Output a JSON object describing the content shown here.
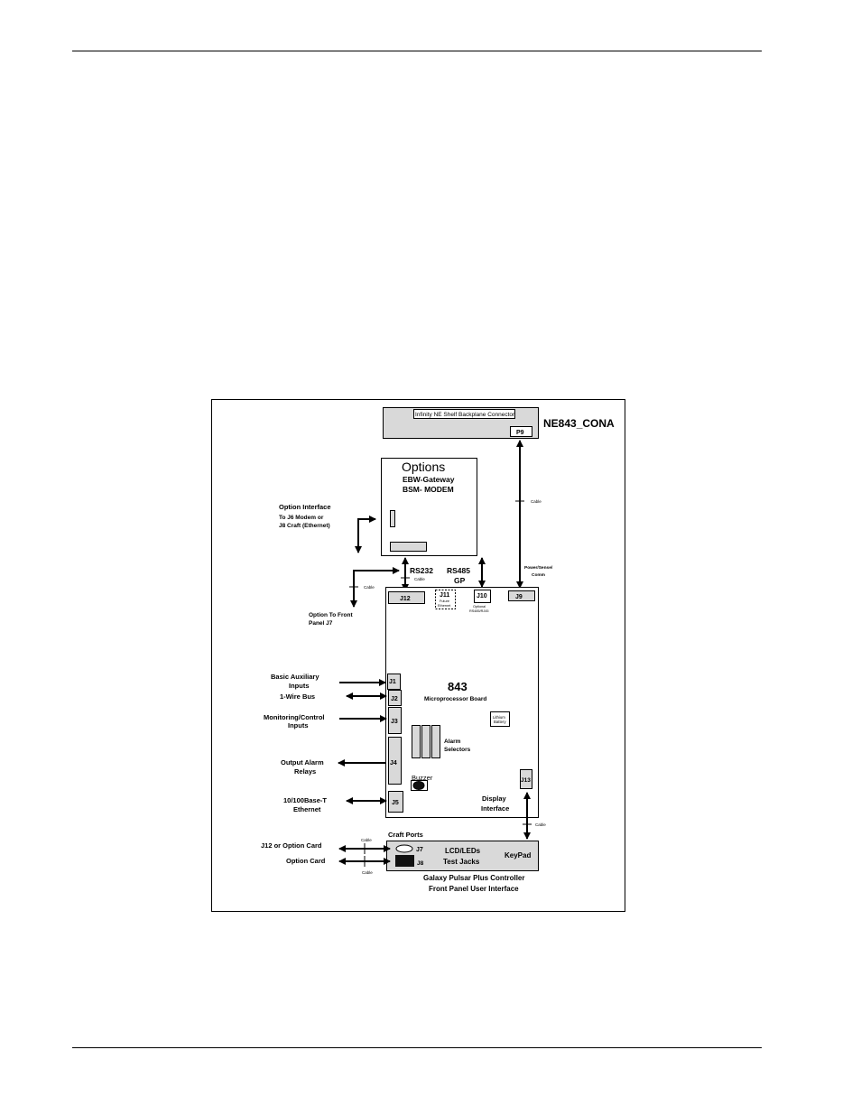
{
  "backplane": {
    "connector_label": "Infinity NE Shelf Backplane Connector",
    "plug": "P9",
    "title": "NE843_CONA"
  },
  "options": {
    "title": "Options",
    "line1": "EBW-Gateway",
    "line2": "BSM- MODEM"
  },
  "option_interface": {
    "line1": "Option Interface",
    "line2": "To J6 Modem or",
    "line3": "J8  Craft (Ethernet)"
  },
  "option_front": {
    "line1": "Option To Front",
    "line2": "Panel J7"
  },
  "cable_label": "Cable",
  "bus_labels": {
    "rs232": "RS232",
    "rs485": "RS485",
    "gp": "GP",
    "power": "Power/Sense/",
    "comm": "Comm"
  },
  "board": {
    "number": "843",
    "name": "Microprocessor Board",
    "alarm1": "Alarm",
    "alarm2": "Selectors",
    "battery1": "Lithium",
    "battery2": "Battery",
    "buzzer": "Buzzer",
    "display1": "Display",
    "display2": "Interface"
  },
  "connectors": {
    "j12": "J12",
    "j11": "J11",
    "j11_sub1": "Future",
    "j11_sub2": "Ethernet",
    "j10": "J10",
    "j10_sub1": "Optional",
    "j10_sub2": "RS485/RJ45",
    "j9": "J9",
    "j1": "J1",
    "j2": "J2",
    "j3": "J3",
    "j4": "J4",
    "j5": "J5",
    "j13": "J13"
  },
  "inputs": {
    "basic1": "Basic Auxiliary",
    "basic2": "Inputs",
    "wire": "1-Wire Bus",
    "mon1": "Monitoring/Control",
    "mon2": "Inputs",
    "relay1": "Output Alarm",
    "relay2": "Relays",
    "eth1": "10/100Base-T",
    "eth2": "Ethernet"
  },
  "front_panel": {
    "craft_ports": "Craft Ports",
    "j7": "J7",
    "j8": "J8",
    "lcd": "LCD/LEDs",
    "test": "Test Jacks",
    "keypad": "KeyPad",
    "j12_option": "J12 or Option Card",
    "option_card": "Option Card",
    "caption1": "Galaxy Pulsar Plus Controller",
    "caption2": "Front Panel User Interface"
  }
}
